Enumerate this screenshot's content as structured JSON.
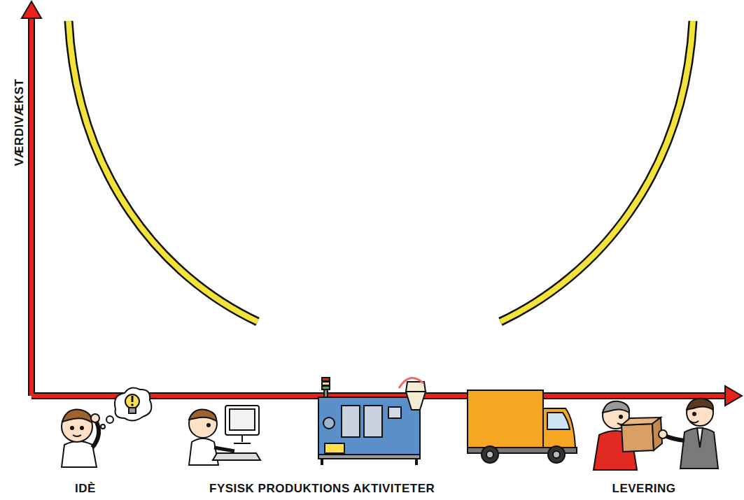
{
  "diagram": {
    "labels": [
      "VÆRDIVÆKST",
      "IDÈ",
      "FYSISK PRODUKTIONS AKTIVITETER",
      "LEVERING"
    ]
  }
}
